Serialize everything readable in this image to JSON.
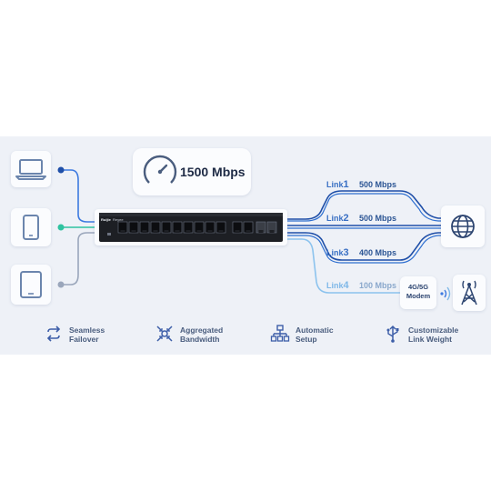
{
  "speed": {
    "label": "1500 Mbps",
    "icon": "speedometer-icon"
  },
  "devices": [
    {
      "name": "laptop",
      "icon": "laptop-icon"
    },
    {
      "name": "phone",
      "icon": "phone-icon"
    },
    {
      "name": "tablet",
      "icon": "tablet-icon"
    }
  ],
  "router": {
    "brand": "Ruijie",
    "sub_brand": "Reyee"
  },
  "links": [
    {
      "word": "Link",
      "number": "1",
      "speed": "500 Mbps"
    },
    {
      "word": "Link",
      "number": "2",
      "speed": "500 Mbps"
    },
    {
      "word": "Link",
      "number": "3",
      "speed": "400 Mbps"
    },
    {
      "word": "Link",
      "number": "4",
      "speed": "100 Mbps"
    }
  ],
  "internet": {
    "icon": "globe-icon"
  },
  "modem": {
    "line1": "4G/5G",
    "line2": "Modem",
    "icon": "cell-tower-icon"
  },
  "features": [
    {
      "line1": "Seamless",
      "line2": "Failover",
      "icon": "failover-arrows-icon"
    },
    {
      "line1": "Aggregated",
      "line2": "Bandwidth",
      "icon": "aggregation-icon"
    },
    {
      "line1": "Automatic",
      "line2": "Setup",
      "icon": "network-tree-icon"
    },
    {
      "line1": "Customizable",
      "line2": "Link Weight",
      "icon": "usb-branch-icon"
    }
  ],
  "colors": {
    "background": "#eef1f7",
    "link_dark": "#1f4fa8",
    "link_light": "#8cc3ee",
    "device_blue": "#3d7ae0",
    "device_green": "#2fc3a0",
    "device_gray": "#9aa6bb"
  }
}
